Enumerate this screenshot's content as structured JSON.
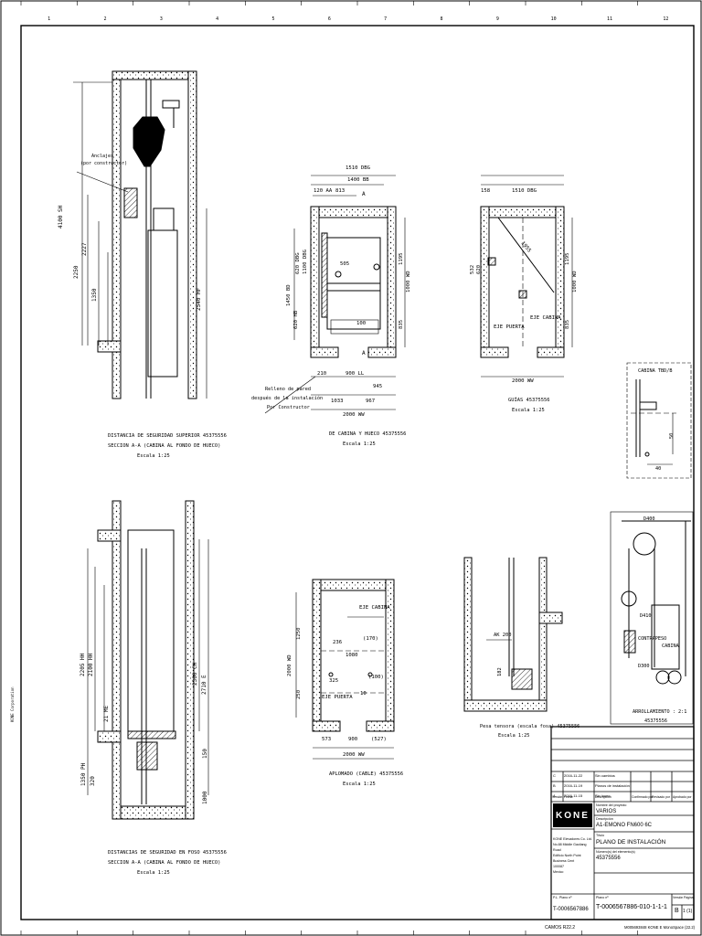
{
  "frame": {
    "columns": [
      "1",
      "2",
      "3",
      "4",
      "5",
      "6",
      "7",
      "8",
      "9",
      "10",
      "11",
      "12"
    ],
    "side_label": "KONE Corporation"
  },
  "view_a": {
    "caption_1": "DISTANCIA DE SEGURIDAD SUPERIOR 45375556",
    "caption_2": "SECCION A-A (CABINA AL FONDO DE HUECO)",
    "caption_3": "Escala 1:25",
    "callout_1": "Anclajes",
    "callout_2": "(por constructor)",
    "dims": [
      "4100 SH",
      "2227",
      "2250",
      "1350",
      "2540 HF"
    ]
  },
  "view_b": {
    "caption_1": "DE CABINA Y HUECO 45375556",
    "caption_2": "Escala 1:25",
    "relleno_1": "Relleno de pared",
    "relleno_2": "después de la instalación",
    "relleno_3": "Por Constructor",
    "dims": [
      "1510 DBG",
      "1400 BB",
      "120 AA",
      "813",
      "A",
      "A",
      "505",
      "1450 BD",
      "620 DBG",
      "1100 DBG",
      "620 HB",
      "1195",
      "1000 WD",
      "835",
      "100",
      "210",
      "900 LL",
      "945",
      "1033",
      "967",
      "2000 WW"
    ]
  },
  "view_c": {
    "caption_1": "GUÍAS 45375556",
    "caption_2": "Escala 1:25",
    "eje_cabina": "EJE CABINA",
    "eje_puerta": "EJE PUERTA",
    "dims": [
      "158",
      "1510 DBG",
      "1955",
      "532",
      "620",
      "1195",
      "1000 WD",
      "835",
      "2000 WW"
    ]
  },
  "view_d": {
    "title": "CABINA TBD/B",
    "dims": [
      "50",
      "40"
    ]
  },
  "view_e": {
    "caption_1": "DISTANCIAS DE SEGURIDAD EN FOSO 45375556",
    "caption_2": "SECCION A-A (CABINA AL FONDO DE HUECO)",
    "caption_3": "Escala 1:25",
    "dims": [
      "2205 HH",
      "2100 HH",
      "2300 CH",
      "2710 E",
      "1350 PH",
      "320",
      "150",
      "1000",
      "21 ME"
    ]
  },
  "view_f": {
    "caption_1": "APLOMADO (CABLE) 45375556",
    "caption_2": "Escala 1:25",
    "eje_cabina": "EJE CABINA",
    "eje_puerta": "EJE PUERTA",
    "dims": [
      "2000 WD",
      "1250",
      "250",
      "(170)",
      "236",
      "1080",
      "(100)",
      "325",
      "10",
      "573",
      "900",
      "(527)",
      "2000 WW"
    ]
  },
  "view_g": {
    "caption_1": "Pesa tensora (escala fosa) 45375556",
    "caption_2": "Escala 1:25",
    "dims": [
      "AK 200",
      "182"
    ]
  },
  "view_h": {
    "caption_1": "ARROLLAMIENTO : 2:1",
    "caption_2": "45375556",
    "label_d400": "D400",
    "label_d410": "D410",
    "label_contrapeso": "CONTRAPESO",
    "label_cabina": "CABINA",
    "label_d300": "D300"
  },
  "title_block": {
    "logo": "KONE",
    "company_lines": [
      "KONE Elevadores Co. Ltd.",
      "No.88 Middle Gaoliang Road",
      "Edificio North Point Business Cent",
      "100087",
      "Mexico"
    ],
    "rev_rows": [
      {
        "rev": "C",
        "date": "2016-11-22",
        "desc": "Sin cambios"
      },
      {
        "rev": "B",
        "date": "2016-11-19",
        "desc": "Planos de instalación"
      },
      {
        "rev": "A",
        "date": "2016-11-15",
        "desc": "Sin icono"
      }
    ],
    "rev_header": [
      "Versión",
      "Fecha",
      "Descripción",
      "Confirmado por",
      "Revisado por",
      "Aprobado por"
    ],
    "project_label": "Nombre del proyecto",
    "project": "VARIOS",
    "desc_label": "Descripción",
    "equipment": "A1-EMONO FN600 6C",
    "title_label": "Título",
    "title": "PLANO DE INSTALACIÓN",
    "num_label": "Número(s) del elemento(s)",
    "number": "45375556",
    "plano_label_1": "P.L. Plano nº",
    "plano_no_1": "T-0006567886",
    "plano_label_2": "Plano nº",
    "plano_no_2": "T-0006567886-010-1-1-1",
    "version_label": "Versión",
    "pagina_label": "Página",
    "version": "B",
    "pagina": "1 (1)"
  },
  "footer": {
    "left": "CAMOS R22.2",
    "right": "M005693848 KONE E MonoSpace (22.2)"
  }
}
